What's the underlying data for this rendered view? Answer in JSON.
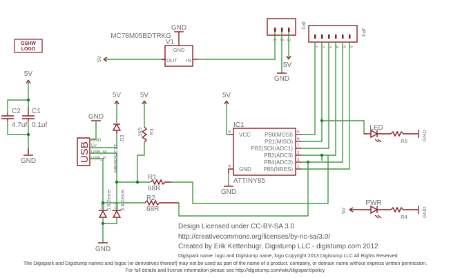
{
  "logo": {
    "line1": "OSHW",
    "line2": "LOGO"
  },
  "regulator": {
    "part": "MC78M05BDTRKG",
    "ref": "V1",
    "pin_gnd": "GND",
    "pin_out": "OUT",
    "pin_in": "IN",
    "gnd_label": "GND",
    "out_label": "5V"
  },
  "jp2": {
    "ref": "JP2",
    "pins": [
      "1",
      "2",
      "3"
    ],
    "supply": "5V",
    "gnd": "GND"
  },
  "jp3": {
    "ref": "JP3",
    "pins": [
      "1",
      "2",
      "3",
      "4",
      "5",
      "6"
    ]
  },
  "caps": {
    "supply": "5V",
    "gnd": "GND",
    "c2_ref": "C2",
    "c2_val": "4.7uf",
    "c1_ref": "C1",
    "c1_val": "0.1uf"
  },
  "usb": {
    "label": "USB",
    "pins": [
      "GND",
      "5V",
      "USB_M",
      "USB_P"
    ],
    "gnd": "GND"
  },
  "d3": {
    "ref": "D3",
    "part": "MBR0520LT",
    "supply": "5V"
  },
  "r3": {
    "ref": "R3",
    "value": "1K5",
    "supply": "5V"
  },
  "r1": {
    "ref": "R1",
    "value": "68R"
  },
  "r2": {
    "ref": "R2",
    "value": "68R"
  },
  "zeners": {
    "d2_ref": "D2",
    "d1_ref": "D1",
    "d2_val": "3.6 Zener",
    "d1_val": "3.6 Zener",
    "gnd": "GND"
  },
  "ic1": {
    "ref": "IC1",
    "part": "ATTINY85",
    "supply": "5V",
    "gnd": "GND",
    "left_pins": [
      {
        "num": "8",
        "name": "VCC"
      },
      {
        "num": "4",
        "name": "GND"
      }
    ],
    "right_pins": [
      {
        "num": "5",
        "name": "PB0(MOSI)"
      },
      {
        "num": "6",
        "name": "PB1(MISO)"
      },
      {
        "num": "7",
        "name": "PB2(SCK/ADC1)"
      },
      {
        "num": "2",
        "name": "PB3(ADC3)"
      },
      {
        "num": "3",
        "name": "PB4(ADC2)"
      },
      {
        "num": "1",
        "name": "PB5(NRES)"
      }
    ]
  },
  "led": {
    "label": "LED",
    "res": "R5",
    "gnd": "GND"
  },
  "pwr": {
    "label": "PWR",
    "res": "R4",
    "gnd": "GND",
    "supply": "5V"
  },
  "footer": {
    "license": "Design Licensed under CC-BY-SA 3.0",
    "url": "http://creativecommons.org/licenses/by-nc-sa/3.0/",
    "created": "Created by Erik Kettenbugr, Digistump LLC - digistump.com 2012",
    "copyright": "Digispark name. logo and Digistump name, logo Copyright 2013 Digistump LLC All Rights Reserved",
    "notice": "The Digispark and Digistump names and logos (or derivatives thereof) may not be used as part of the name of a product, company, or domain name without express written permission.",
    "details": "For full details and license information please see http://digistump.com/wiki/digispark/policy"
  },
  "colors": {
    "wire": "#3f9a3f",
    "part": "#8b1c24",
    "text": "#6e6e6e",
    "junction": "#1f7a1f"
  }
}
